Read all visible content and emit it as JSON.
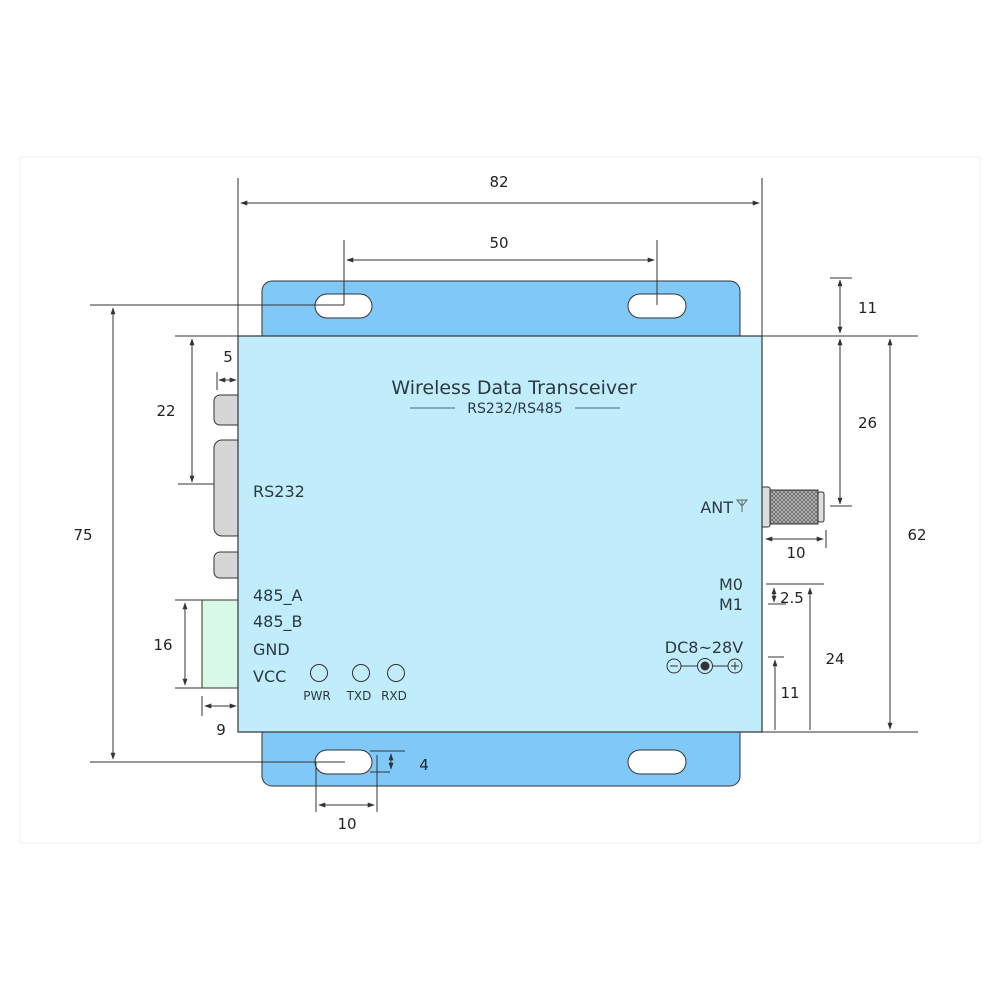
{
  "device": {
    "title": "Wireless Data Transceiver",
    "subtitle": "RS232/RS485",
    "ports": {
      "rs232": "RS232",
      "a485": "485_A",
      "b485": "485_B",
      "gnd": "GND",
      "vcc": "VCC",
      "ant": "ANT",
      "m0": "M0",
      "m1": "M1",
      "power": "DC8~28V"
    },
    "leds": [
      "PWR",
      "TXD",
      "RXD"
    ],
    "antenna_icon": "antenna-icon",
    "polarity_icon": "dc-polarity-icon"
  },
  "dimensions": {
    "overall_width": "82",
    "hole_spacing": "50",
    "flange_top": "11",
    "body_to_ant": "26",
    "body_height": "62",
    "overall_height": "75",
    "db9_offset": "22",
    "db9_depth": "5",
    "terminal_height": "16",
    "terminal_depth": "9",
    "slot_width": "4",
    "slot_length": "10",
    "ant_length": "10",
    "m_spacing": "2.5",
    "m_height": "24",
    "dc_height": "11"
  },
  "colors": {
    "body": "#c0ecfc",
    "flange": "#80c8f8",
    "connector": "#d6d6d6",
    "terminal": "#d8f8e8"
  }
}
